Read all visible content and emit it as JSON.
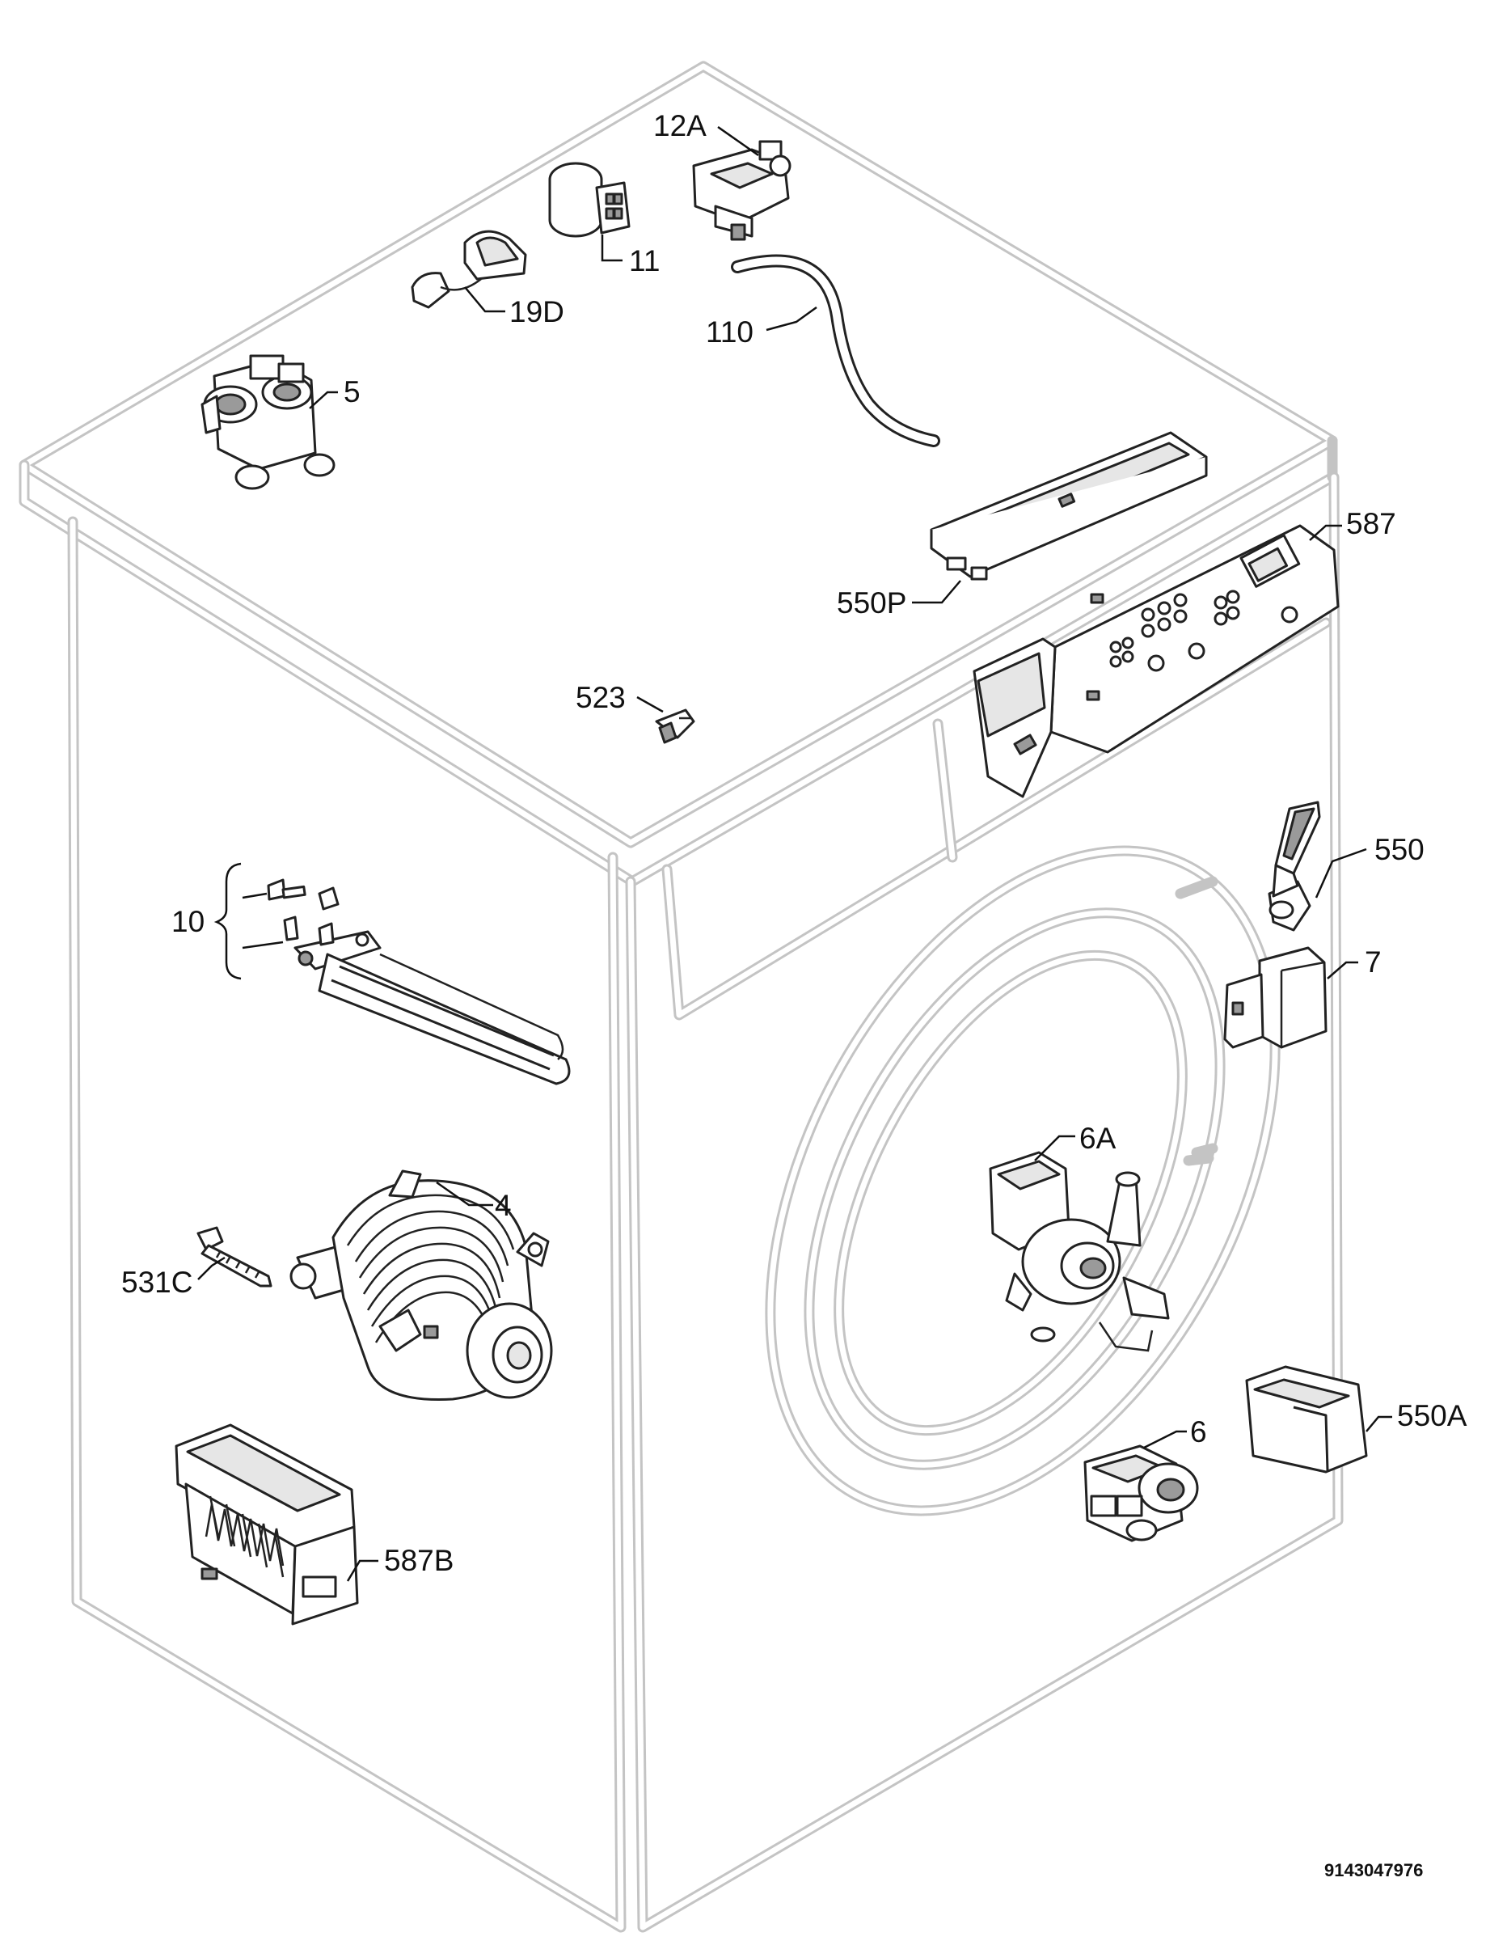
{
  "labels": {
    "p12A": "12A",
    "p11": "11",
    "p19D": "19D",
    "p110": "110",
    "p5": "5",
    "p587": "587",
    "p550P": "550P",
    "p523": "523",
    "p550": "550",
    "p10": "10",
    "p7": "7",
    "p6A": "6A",
    "p4": "4",
    "p531C": "531C",
    "p550A": "550A",
    "p6": "6",
    "p587B": "587B"
  },
  "drawing_number": "9143047976"
}
